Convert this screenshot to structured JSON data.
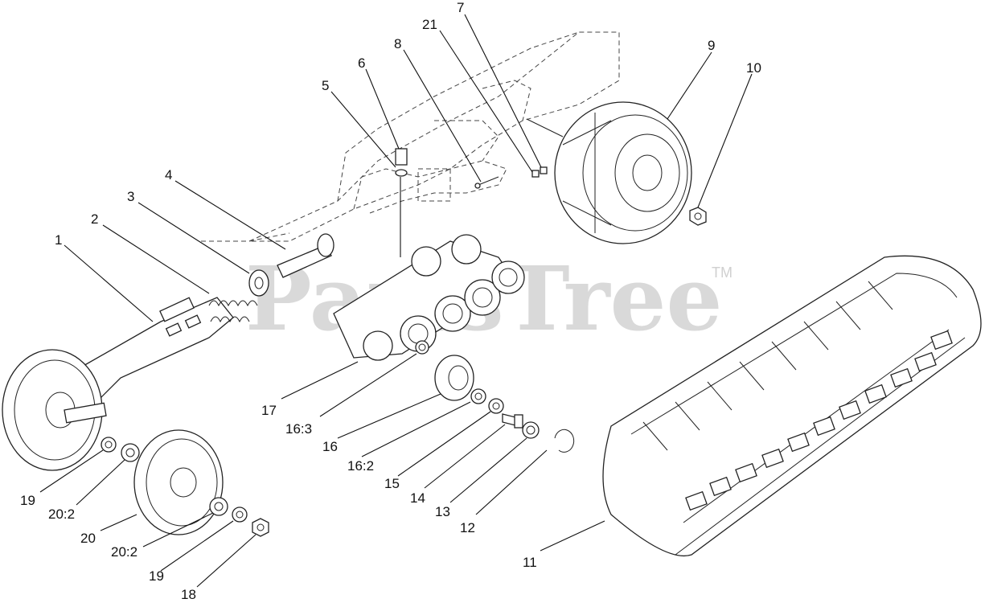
{
  "watermark": {
    "text": "PartsTree",
    "trademark": "TM"
  },
  "callouts": [
    {
      "id": "c1",
      "label": "1"
    },
    {
      "id": "c2",
      "label": "2"
    },
    {
      "id": "c3",
      "label": "3"
    },
    {
      "id": "c4",
      "label": "4"
    },
    {
      "id": "c5",
      "label": "5"
    },
    {
      "id": "c6",
      "label": "6"
    },
    {
      "id": "c7",
      "label": "7"
    },
    {
      "id": "c8",
      "label": "8"
    },
    {
      "id": "c9",
      "label": "9"
    },
    {
      "id": "c10",
      "label": "10"
    },
    {
      "id": "c11",
      "label": "11"
    },
    {
      "id": "c12",
      "label": "12"
    },
    {
      "id": "c13",
      "label": "13"
    },
    {
      "id": "c14",
      "label": "14"
    },
    {
      "id": "c15",
      "label": "15"
    },
    {
      "id": "c16",
      "label": "16"
    },
    {
      "id": "c16_2",
      "label": "16:2"
    },
    {
      "id": "c16_3",
      "label": "16:3"
    },
    {
      "id": "c17",
      "label": "17"
    },
    {
      "id": "c18",
      "label": "18"
    },
    {
      "id": "c19a",
      "label": "19"
    },
    {
      "id": "c19b",
      "label": "19"
    },
    {
      "id": "c20",
      "label": "20"
    },
    {
      "id": "c20_2a",
      "label": "20:2"
    },
    {
      "id": "c20_2b",
      "label": "20:2"
    },
    {
      "id": "c21",
      "label": "21"
    }
  ]
}
